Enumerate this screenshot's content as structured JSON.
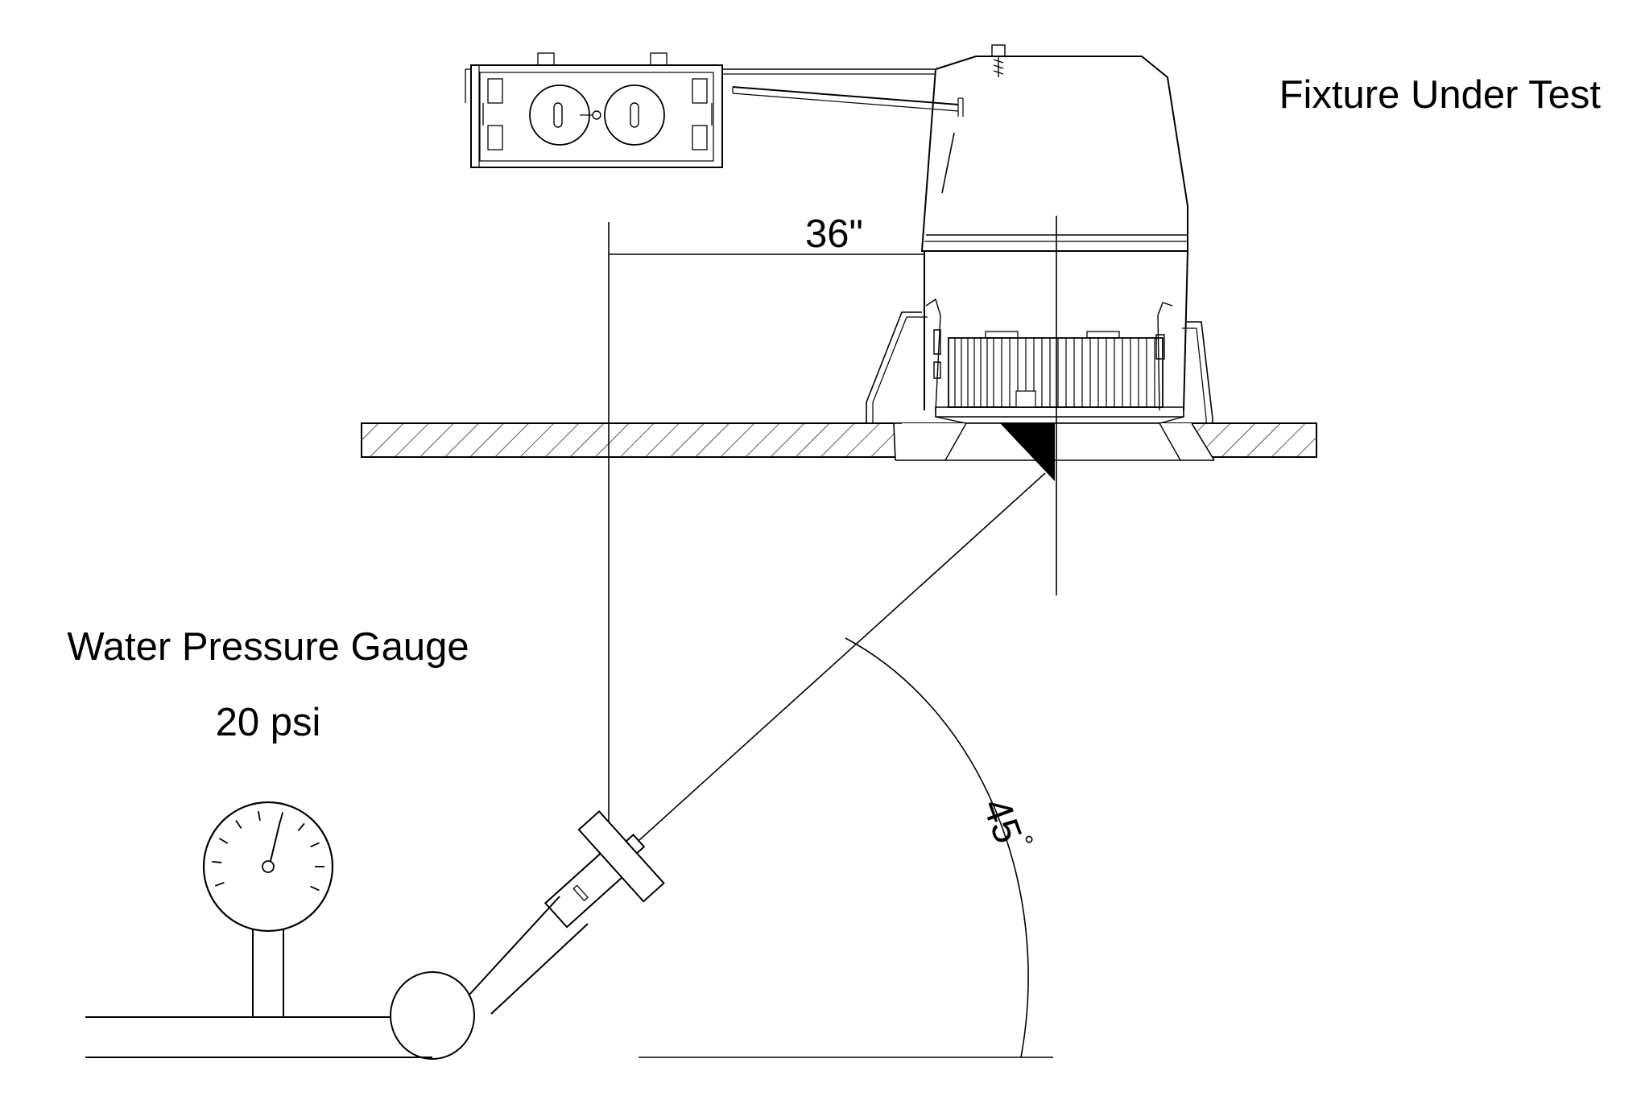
{
  "labels": {
    "fixture": "Fixture Under Test",
    "gauge_name": "Water Pressure Gauge",
    "gauge_reading": "20 psi",
    "distance": "36\"",
    "angle": "45",
    "angle_unit": "°"
  },
  "colors": {
    "ink": "#000000",
    "background": "#ffffff"
  }
}
